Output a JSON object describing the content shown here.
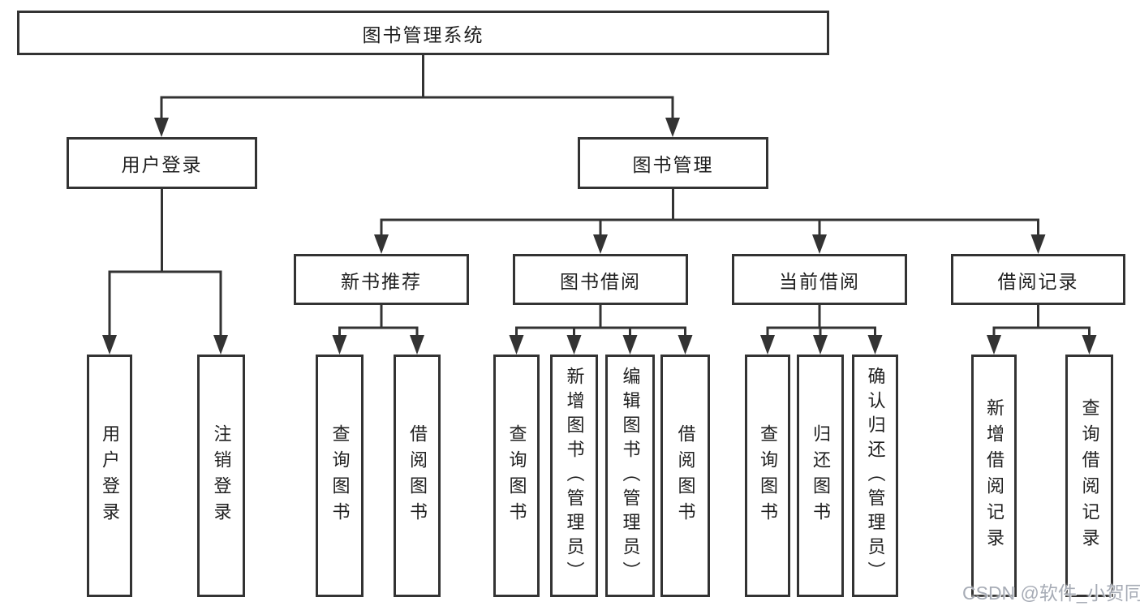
{
  "diagram_type": "functional-structure-tree",
  "colors": {
    "line": "#333333",
    "node_border": "#333333",
    "node_fill": "#ffffff",
    "text": "#1f1f1f",
    "background": "#ffffff",
    "watermark": "#a2a8b2"
  },
  "tree": {
    "label": "图书管理系统",
    "children": [
      {
        "label": "用户登录",
        "children": [
          {
            "label": "用户登录"
          },
          {
            "label": "注销登录"
          }
        ]
      },
      {
        "label": "图书管理",
        "children": [
          {
            "label": "新书推荐",
            "children": [
              {
                "label": "查询图书"
              },
              {
                "label": "借阅图书"
              }
            ]
          },
          {
            "label": "图书借阅",
            "children": [
              {
                "label": "查询图书"
              },
              {
                "label": "新增图书（管理员）"
              },
              {
                "label": "编辑图书（管理员）"
              },
              {
                "label": "借阅图书"
              }
            ]
          },
          {
            "label": "当前借阅",
            "children": [
              {
                "label": "查询图书"
              },
              {
                "label": "归还图书"
              },
              {
                "label": "确认归还（管理员）"
              }
            ]
          },
          {
            "label": "借阅记录",
            "children": [
              {
                "label": "新增借阅记录"
              },
              {
                "label": "查询借阅记录"
              }
            ]
          }
        ]
      }
    ]
  },
  "watermark": {
    "text": "CSDN @软件_小贺同学"
  }
}
